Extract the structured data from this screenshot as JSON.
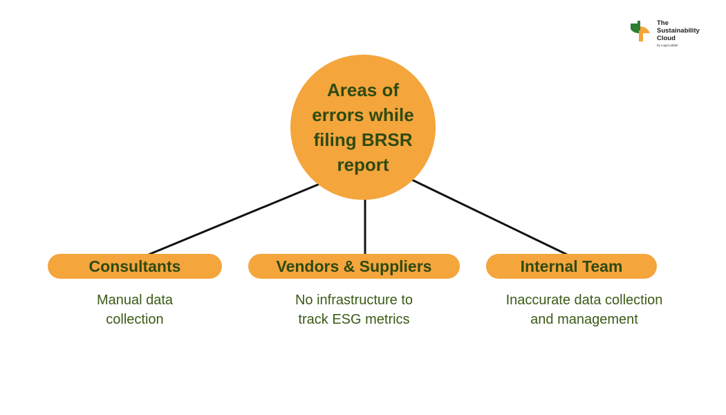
{
  "brand": {
    "line1": "The",
    "line2": "Sustainability",
    "line3": "Cloud",
    "byline": "by LogicLadder"
  },
  "central_topic": "Areas of\nerrors while\nfiling BRSR\nreport",
  "branches": [
    {
      "label": "Consultants",
      "description": "Manual data\ncollection"
    },
    {
      "label": "Vendors & Suppliers",
      "description": "No infrastructure to\ntrack ESG metrics"
    },
    {
      "label": "Internal Team",
      "description": "Inaccurate data collection\nand management"
    }
  ],
  "colors": {
    "node_fill": "#F4A53C",
    "text_dark_green": "#2E4A12",
    "connector": "#111111",
    "logo_green": "#2E7D32",
    "logo_orange": "#F4A53C"
  }
}
